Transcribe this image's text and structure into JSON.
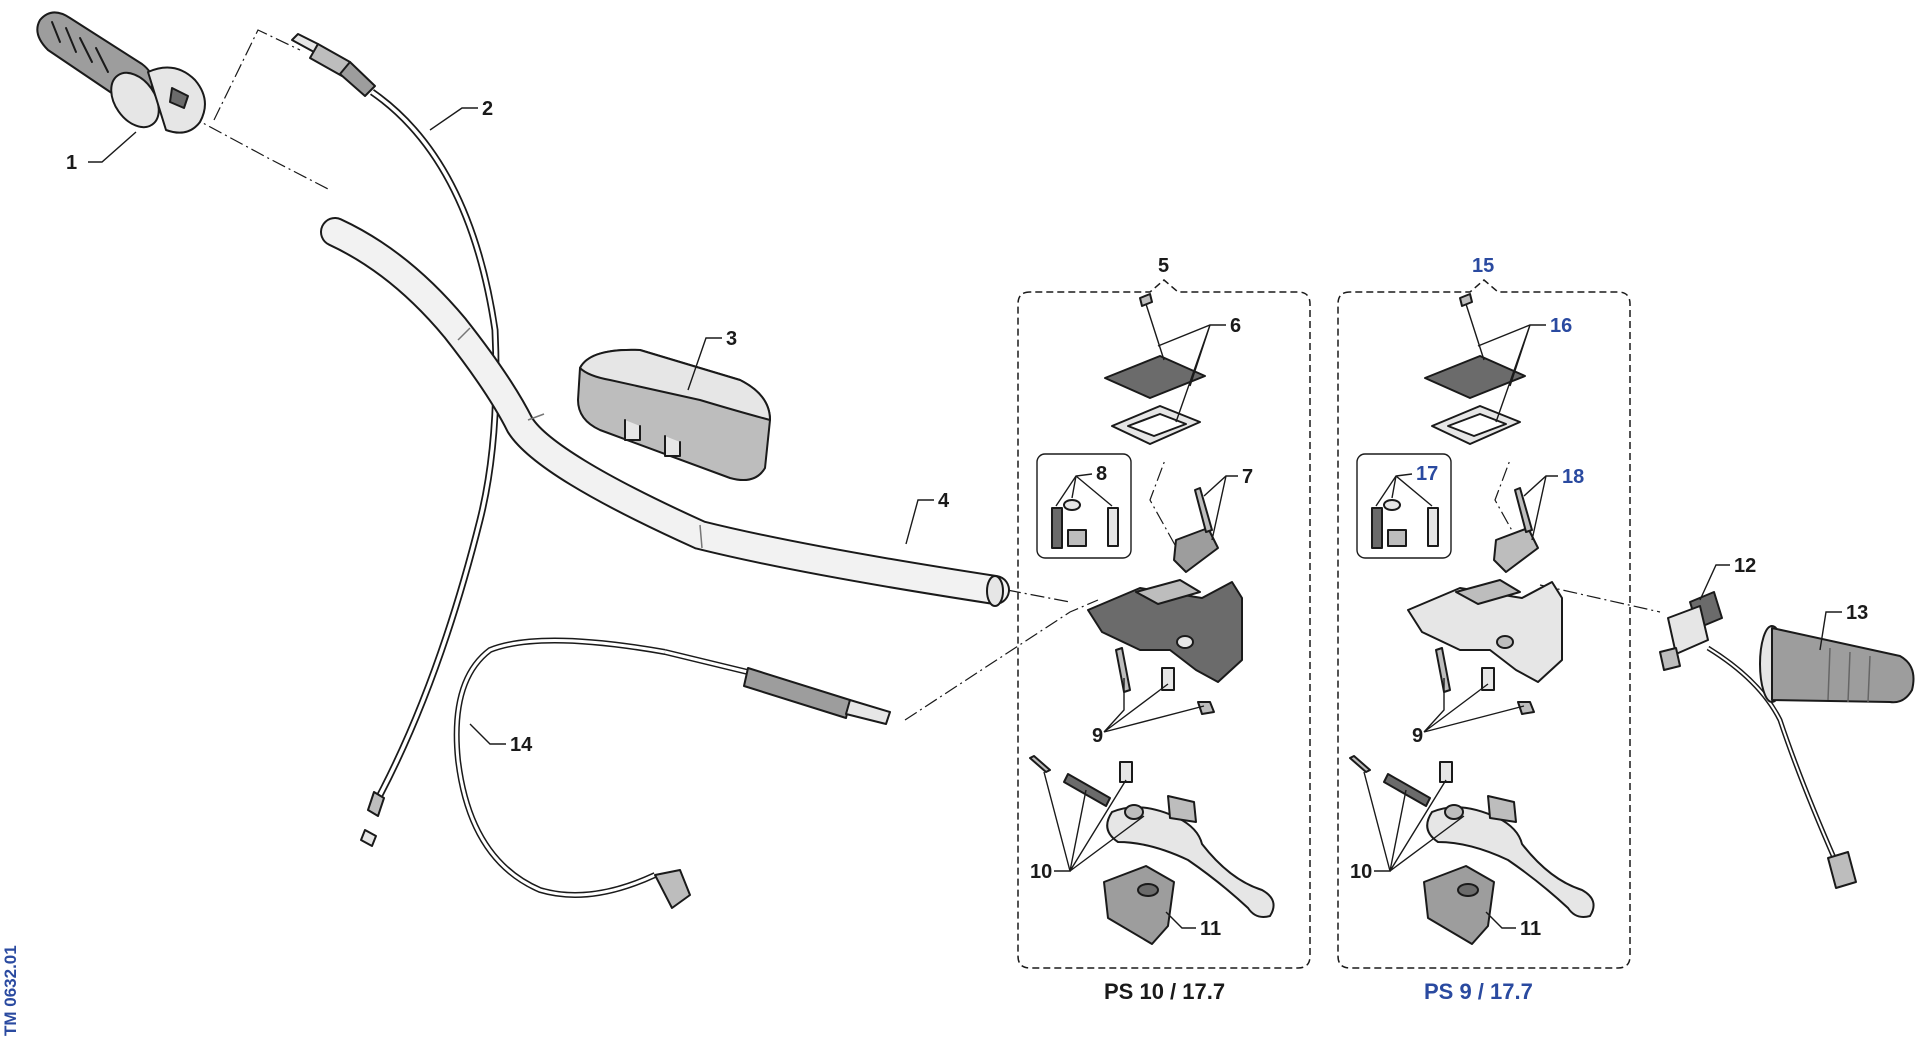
{
  "callouts": {
    "c1": "1",
    "c2": "2",
    "c3": "3",
    "c4": "4",
    "c5": "5",
    "c6": "6",
    "c7": "7",
    "c8": "8",
    "c9a": "9",
    "c10a": "10",
    "c11a": "11",
    "c12": "12",
    "c13": "13",
    "c14": "14",
    "c15": "15",
    "c16": "16",
    "c17": "17",
    "c18": "18",
    "c9b": "9",
    "c10b": "10",
    "c11b": "11"
  },
  "variant_left_label": "PS 10 / 17.7",
  "variant_right_label": "PS 9 / 17.7",
  "reference_code": "TM 0632.01",
  "colors": {
    "alt_callout": "#2a4aa0",
    "line": "#1a1a1a"
  }
}
